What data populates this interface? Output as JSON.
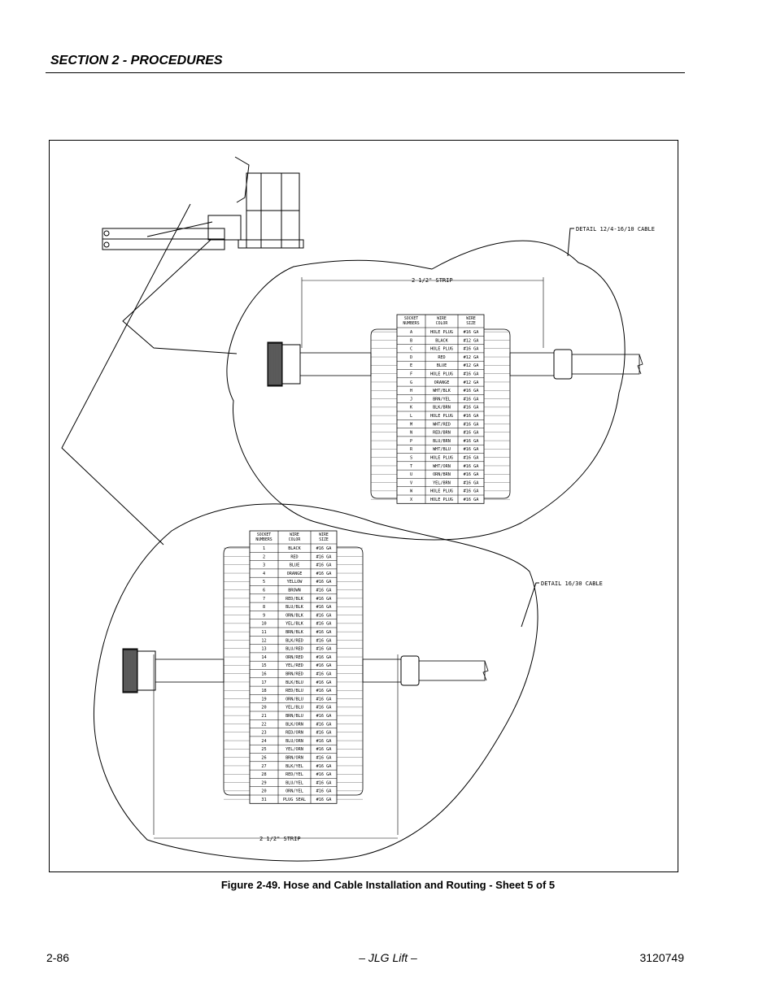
{
  "header": {
    "section": "SECTION 2 - PROCEDURES"
  },
  "figure": {
    "caption": "Figure 2-49.  Hose and Cable Installation and Routing - Sheet 5 of 5",
    "detail_top_label": "DETAIL 12/4-16/10 CABLE",
    "detail_bottom_label": "DETAIL 16/30 CABLE",
    "strip_label": "2 1/2\" STRIP",
    "columns": [
      "SOCKET NUMBERS",
      "WIRE COLOR",
      "WIRE SIZE"
    ],
    "table_top": [
      [
        "A",
        "HOLE PLUG",
        "#16 GA"
      ],
      [
        "B",
        "BLACK",
        "#12 GA"
      ],
      [
        "C",
        "HOLE PLUG",
        "#16 GA"
      ],
      [
        "D",
        "RED",
        "#12 GA"
      ],
      [
        "E",
        "BLUE",
        "#12 GA"
      ],
      [
        "F",
        "HOLE PLUG",
        "#16 GA"
      ],
      [
        "G",
        "ORANGE",
        "#12 GA"
      ],
      [
        "H",
        "WHT/BLK",
        "#16 GA"
      ],
      [
        "J",
        "BRN/YEL",
        "#16 GA"
      ],
      [
        "K",
        "BLK/BRN",
        "#16 GA"
      ],
      [
        "L",
        "HOLE PLUG",
        "#16 GA"
      ],
      [
        "M",
        "WHT/RED",
        "#16 GA"
      ],
      [
        "N",
        "RED/BRN",
        "#16 GA"
      ],
      [
        "P",
        "BLU/BRN",
        "#16 GA"
      ],
      [
        "R",
        "WHT/BLU",
        "#16 GA"
      ],
      [
        "S",
        "HOLE PLUG",
        "#16 GA"
      ],
      [
        "T",
        "WHT/ORN",
        "#16 GA"
      ],
      [
        "U",
        "ORN/BRN",
        "#16 GA"
      ],
      [
        "V",
        "YEL/BRN",
        "#16 GA"
      ],
      [
        "W",
        "HOLE PLUG",
        "#16 GA"
      ],
      [
        "X",
        "HOLE PLUG",
        "#16 GA"
      ]
    ],
    "table_bottom": [
      [
        "1",
        "BLACK",
        "#16 GA"
      ],
      [
        "2",
        "RED",
        "#16 GA"
      ],
      [
        "3",
        "BLUE",
        "#16 GA"
      ],
      [
        "4",
        "ORANGE",
        "#16 GA"
      ],
      [
        "5",
        "YELLOW",
        "#16 GA"
      ],
      [
        "6",
        "BROWN",
        "#16 GA"
      ],
      [
        "7",
        "RED/BLK",
        "#16 GA"
      ],
      [
        "8",
        "BLU/BLK",
        "#16 GA"
      ],
      [
        "9",
        "ORN/BLK",
        "#16 GA"
      ],
      [
        "10",
        "YEL/BLK",
        "#16 GA"
      ],
      [
        "11",
        "BRN/BLK",
        "#16 GA"
      ],
      [
        "12",
        "BLK/RED",
        "#16 GA"
      ],
      [
        "13",
        "BLU/RED",
        "#16 GA"
      ],
      [
        "14",
        "ORN/RED",
        "#16 GA"
      ],
      [
        "15",
        "YEL/RED",
        "#16 GA"
      ],
      [
        "16",
        "BRN/RED",
        "#16 GA"
      ],
      [
        "17",
        "BLK/BLU",
        "#16 GA"
      ],
      [
        "18",
        "RED/BLU",
        "#16 GA"
      ],
      [
        "19",
        "ORN/BLU",
        "#16 GA"
      ],
      [
        "20",
        "YEL/BLU",
        "#16 GA"
      ],
      [
        "21",
        "BRN/BLU",
        "#16 GA"
      ],
      [
        "22",
        "BLK/ORN",
        "#16 GA"
      ],
      [
        "23",
        "RED/ORN",
        "#16 GA"
      ],
      [
        "24",
        "BLU/ORN",
        "#16 GA"
      ],
      [
        "25",
        "YEL/ORN",
        "#16 GA"
      ],
      [
        "26",
        "BRN/ORN",
        "#16 GA"
      ],
      [
        "27",
        "BLK/YEL",
        "#16 GA"
      ],
      [
        "28",
        "RED/YEL",
        "#16 GA"
      ],
      [
        "29",
        "BLU/YEL",
        "#16 GA"
      ],
      [
        "20",
        "ORN/YEL",
        "#16 GA"
      ],
      [
        "31",
        "PLUG SEAL",
        "#16 GA"
      ]
    ]
  },
  "footer": {
    "page": "2-86",
    "center": "– JLG Lift –",
    "doc_number": "3120749"
  }
}
